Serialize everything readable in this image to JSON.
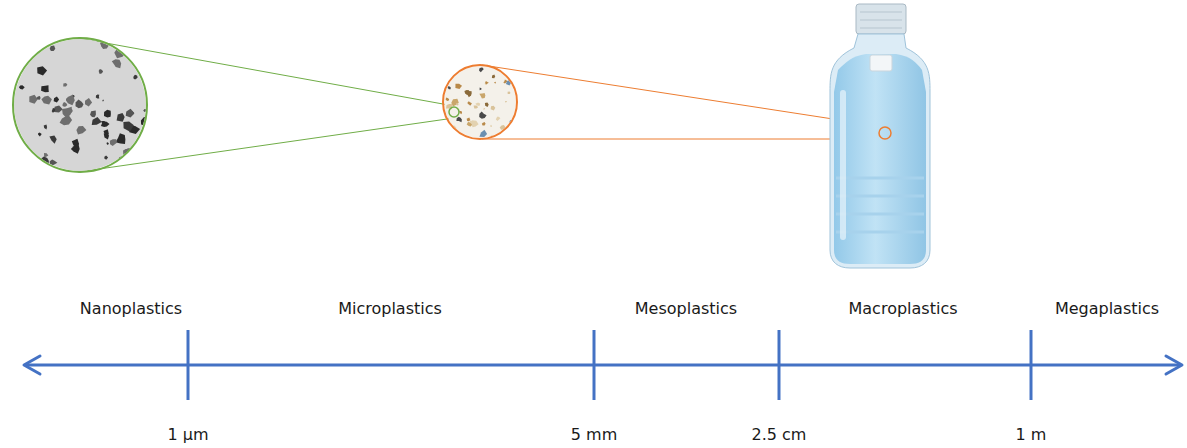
{
  "diagram": {
    "labels": [
      "Nanoplastics",
      "Microplastics",
      "Mesoplastics",
      "Macroplastics",
      "Megaplastics",
      "1 μm",
      "5 mm",
      "2.5 cm",
      "1 m"
    ]
  }
}
